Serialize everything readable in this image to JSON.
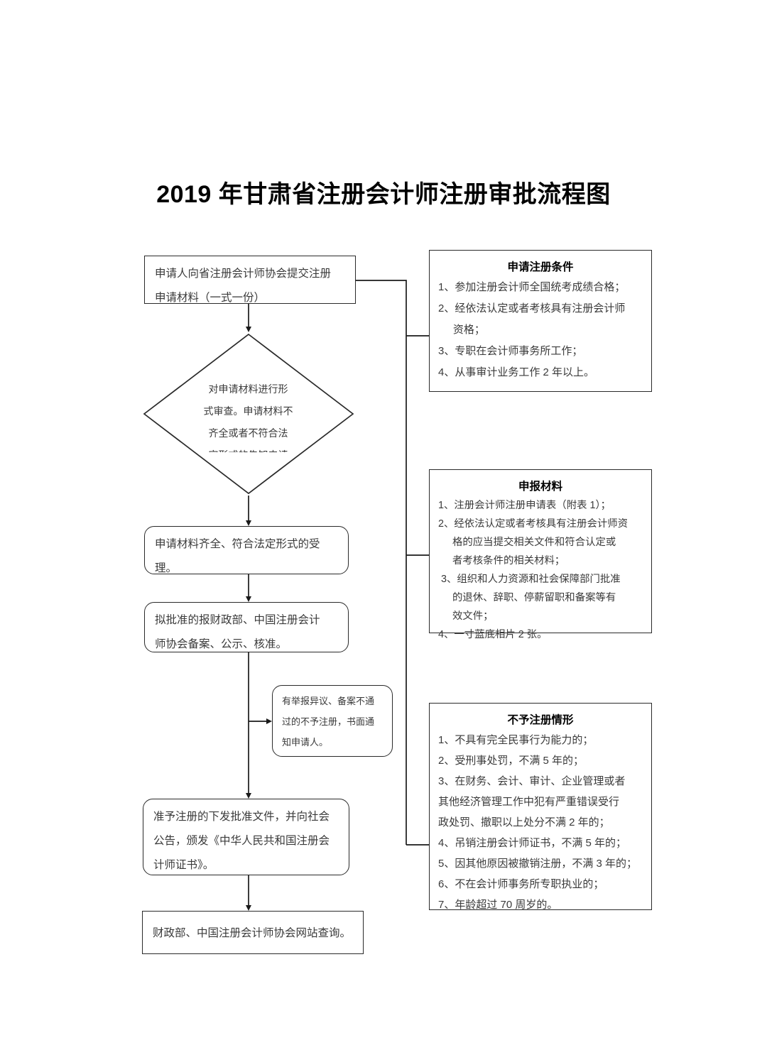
{
  "title": "2019 年甘肃省注册会计师注册审批流程图",
  "flow": {
    "submit": "申请人向省注册会计师协会提交注册\n申请材料（一式一份）",
    "review_diamond": "对申请材料进行形\n式审查。申请材料不\n齐全或者不符合法\n定形式的告知申请",
    "accept": "申请材料齐全、符合法定形式的受\n理。",
    "approve": "拟批准的报财政部、中国注册会计\n师协会备案、公示、核准。",
    "reject_notice": "有举报异议、备案不通\n过的不予注册，书面通\n知申请人。",
    "issue": "准予注册的下发批准文件，并向社会\n公告，颁发《中华人民共和国注册会\n计师证书》。",
    "query": "财政部、中国注册会计师协会网站查询。"
  },
  "panels": {
    "conditions": {
      "title": "申请注册条件",
      "items": [
        "1、参加注册会计师全国统考成绩合格；",
        "2、经依法认定或者考核具有注册会计师\n     资格；",
        "3、专职在会计师事务所工作；",
        "4、从事审计业务工作 2 年以上。"
      ]
    },
    "materials": {
      "title": "申报材料",
      "items": [
        "1、注册会计师注册申请表（附表 1）；",
        "2、经依法认定或者考核具有注册会计师资\n     格的应当提交相关文件和符合认定或\n     者考核条件的相关材料；",
        " 3、组织和人力资源和社会保障部门批准\n     的退休、辞职、停薪留职和备案等有\n     效文件；",
        "4、一寸蓝底相片 2 张。"
      ]
    },
    "refusal": {
      "title": "不予注册情形",
      "items": [
        "1、不具有完全民事行为能力的；",
        "2、受刑事处罚，不满 5 年的；",
        "3、在财务、会计、审计、企业管理或者\n其他经济管理工作中犯有严重错误受行\n政处罚、撤职以上处分不满 2 年的；",
        "4、吊销注册会计师证书，不满 5 年的；",
        "5、因其他原因被撤销注册，不满 3 年的；",
        "6、不在会计师事务所专职执业的；",
        "7、年龄超过 70 周岁的。"
      ]
    }
  },
  "colors": {
    "stroke": "#2a2a2a",
    "text": "#3a3a3a",
    "background": "#ffffff"
  }
}
